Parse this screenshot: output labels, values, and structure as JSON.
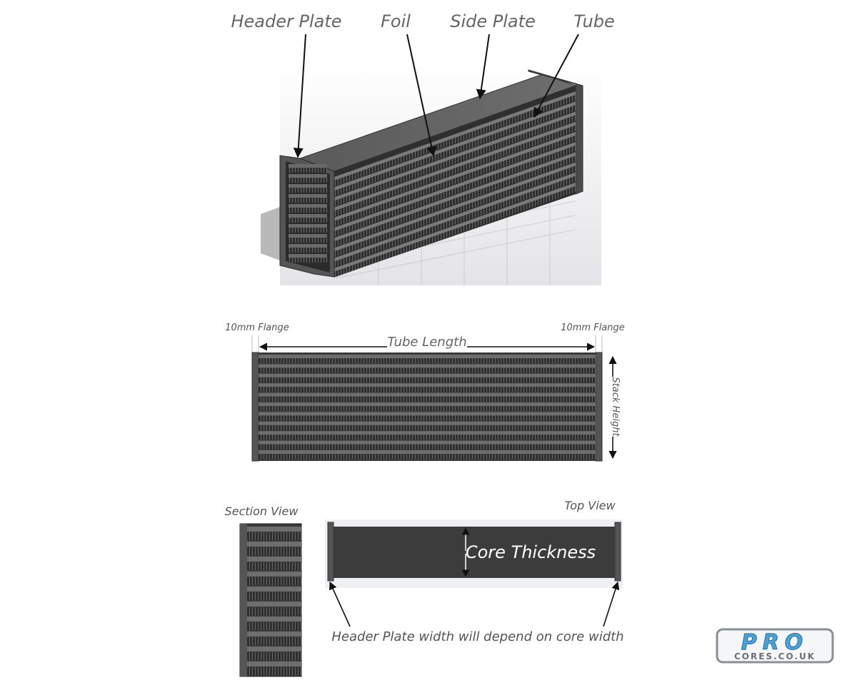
{
  "callouts": {
    "header_plate": "Header Plate",
    "foil": "Foil",
    "side_plate": "Side Plate",
    "tube": "Tube"
  },
  "front_view": {
    "left_flange": "10mm Flange",
    "right_flange": "10mm Flange",
    "tube_length": "Tube Length",
    "stack_height": "Stack Height"
  },
  "section_view": {
    "title": "Section View"
  },
  "top_view": {
    "title": "Top View",
    "core_thickness": "Core Thickness",
    "note": "Header Plate width will depend on core width"
  },
  "logo": {
    "line1": "PRO",
    "line2": "CORES.CO.UK"
  },
  "colors": {
    "core_dark": "#3a3a3a",
    "tube_mid": "#6e6e6e",
    "plate_grey": "#5a5a5a",
    "logo_blue": "#4aa3d8",
    "label_grey": "#666666"
  }
}
